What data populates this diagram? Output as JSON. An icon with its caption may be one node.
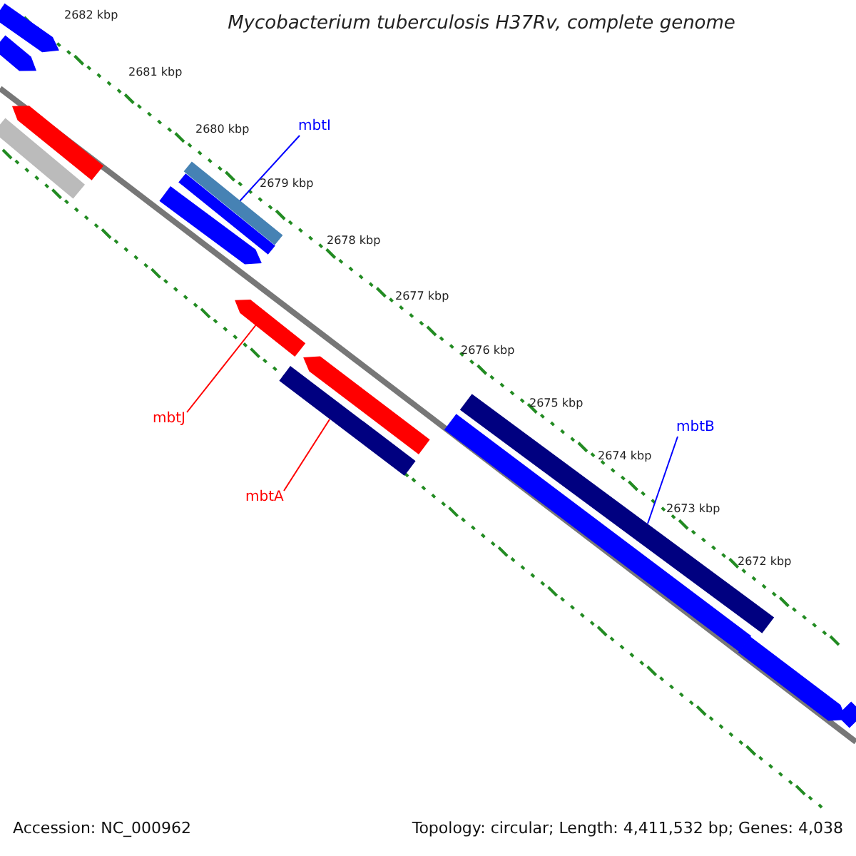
{
  "diagram": {
    "title": "Mycobacterium tuberculosis H37Rv, complete genome",
    "nodes": [
      {
        "text": [
          "mbtI"
        ]
      },
      {
        "text": [],
        "shape": "bar"
      },
      {
        "text": [
          "mbtJ"
        ]
      },
      {
        "text": [],
        "shape": "bar"
      },
      {
        "text": [
          "mbtA"
        ]
      },
      {
        "text": [],
        "shape": "bar"
      },
      {
        "text": [
          "mbtB"
        ]
      },
      {
        "text": [],
        "shape": "bar"
      }
    ],
    "edges": [
      {
        "from": 0,
        "to": 1,
        "arrow": "none",
        "color": "#0000ff"
      },
      {
        "from": 2,
        "to": 3,
        "arrow": "none",
        "color": "#ff0000"
      },
      {
        "from": 4,
        "to": 5,
        "arrow": "none",
        "color": "#ff0000"
      },
      {
        "from": 6,
        "to": 7,
        "arrow": "none",
        "color": "#0000ff"
      }
    ],
    "labels": [
      "2682 kbp",
      "2681 kbp",
      "2680 kbp",
      "2679 kbp",
      "2678 kbp",
      "2677 kbp",
      "2676 kbp",
      "2675 kbp",
      "2674 kbp",
      "2673 kbp",
      "2672 kbp",
      "Accession: NC_000962",
      "Topology: circular; Length: 4,411,532 bp; Genes: 4,038"
    ]
  }
}
